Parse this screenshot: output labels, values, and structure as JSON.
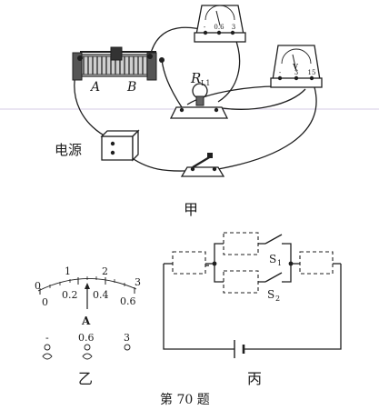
{
  "figure_jia": {
    "label": "甲",
    "rheostat_terminal_a": "A",
    "rheostat_terminal_b": "B",
    "lamp_label_main": "R",
    "lamp_label_sub": "L1",
    "power_supply_label": "电源",
    "ammeter_terminals": [
      "-",
      "0.6",
      "3"
    ],
    "voltmeter_letter": "V",
    "voltmeter_terminals": [
      "-",
      "3",
      "15"
    ]
  },
  "figure_yi": {
    "label": "乙",
    "scale_upper": [
      "0",
      "1",
      "2",
      "3"
    ],
    "scale_lower": [
      "0",
      "0.2",
      "0.4",
      "0.6"
    ],
    "unit": "A",
    "terminals": [
      "-",
      "0.6",
      "3"
    ]
  },
  "figure_bing": {
    "label": "丙",
    "switch_1": "S",
    "switch_1_sub": "1",
    "switch_2": "S",
    "switch_2_sub": "2"
  },
  "caption": "第 70 题"
}
